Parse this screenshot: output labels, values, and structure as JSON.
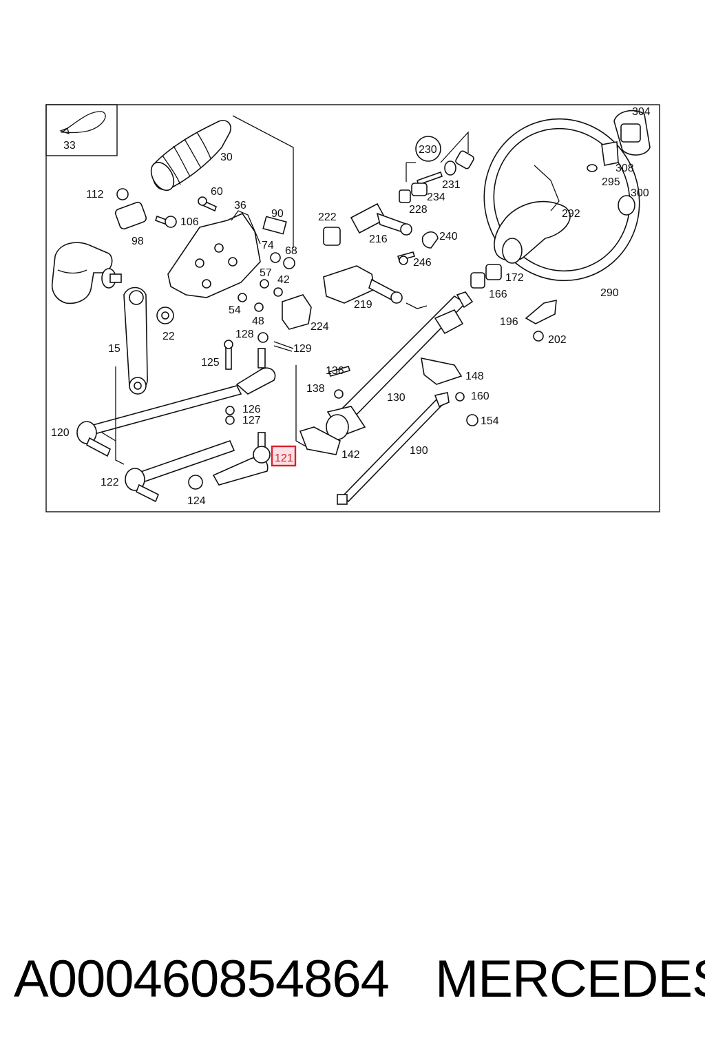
{
  "diagram": {
    "highlighted_label": "121",
    "labels": {
      "l33": "33",
      "l30": "30",
      "l112": "112",
      "l60": "60",
      "l36": "36",
      "l90": "90",
      "l106": "106",
      "l98": "98",
      "l74": "74",
      "l68": "68",
      "l57": "57",
      "l42": "42",
      "l54": "54",
      "l48": "48",
      "l22": "22",
      "l15": "15",
      "l128": "128",
      "l129": "129",
      "l125": "125",
      "l126": "126",
      "l127": "127",
      "l120": "120",
      "l122": "122",
      "l124": "124",
      "l222": "222",
      "l216": "216",
      "l224": "224",
      "l219": "219",
      "l230": "230",
      "l231": "231",
      "l234": "234",
      "l228": "228",
      "l240": "240",
      "l246": "246",
      "l136": "136",
      "l138": "138",
      "l130": "130",
      "l142": "142",
      "l148": "148",
      "l160": "160",
      "l154": "154",
      "l190": "190",
      "l166": "166",
      "l172": "172",
      "l196": "196",
      "l202": "202",
      "l292": "292",
      "l290": "290",
      "l304": "304",
      "l308": "308",
      "l295": "295",
      "l300": "300"
    }
  },
  "caption": {
    "part_number": "A000460854864",
    "brand": "MERCEDES"
  }
}
